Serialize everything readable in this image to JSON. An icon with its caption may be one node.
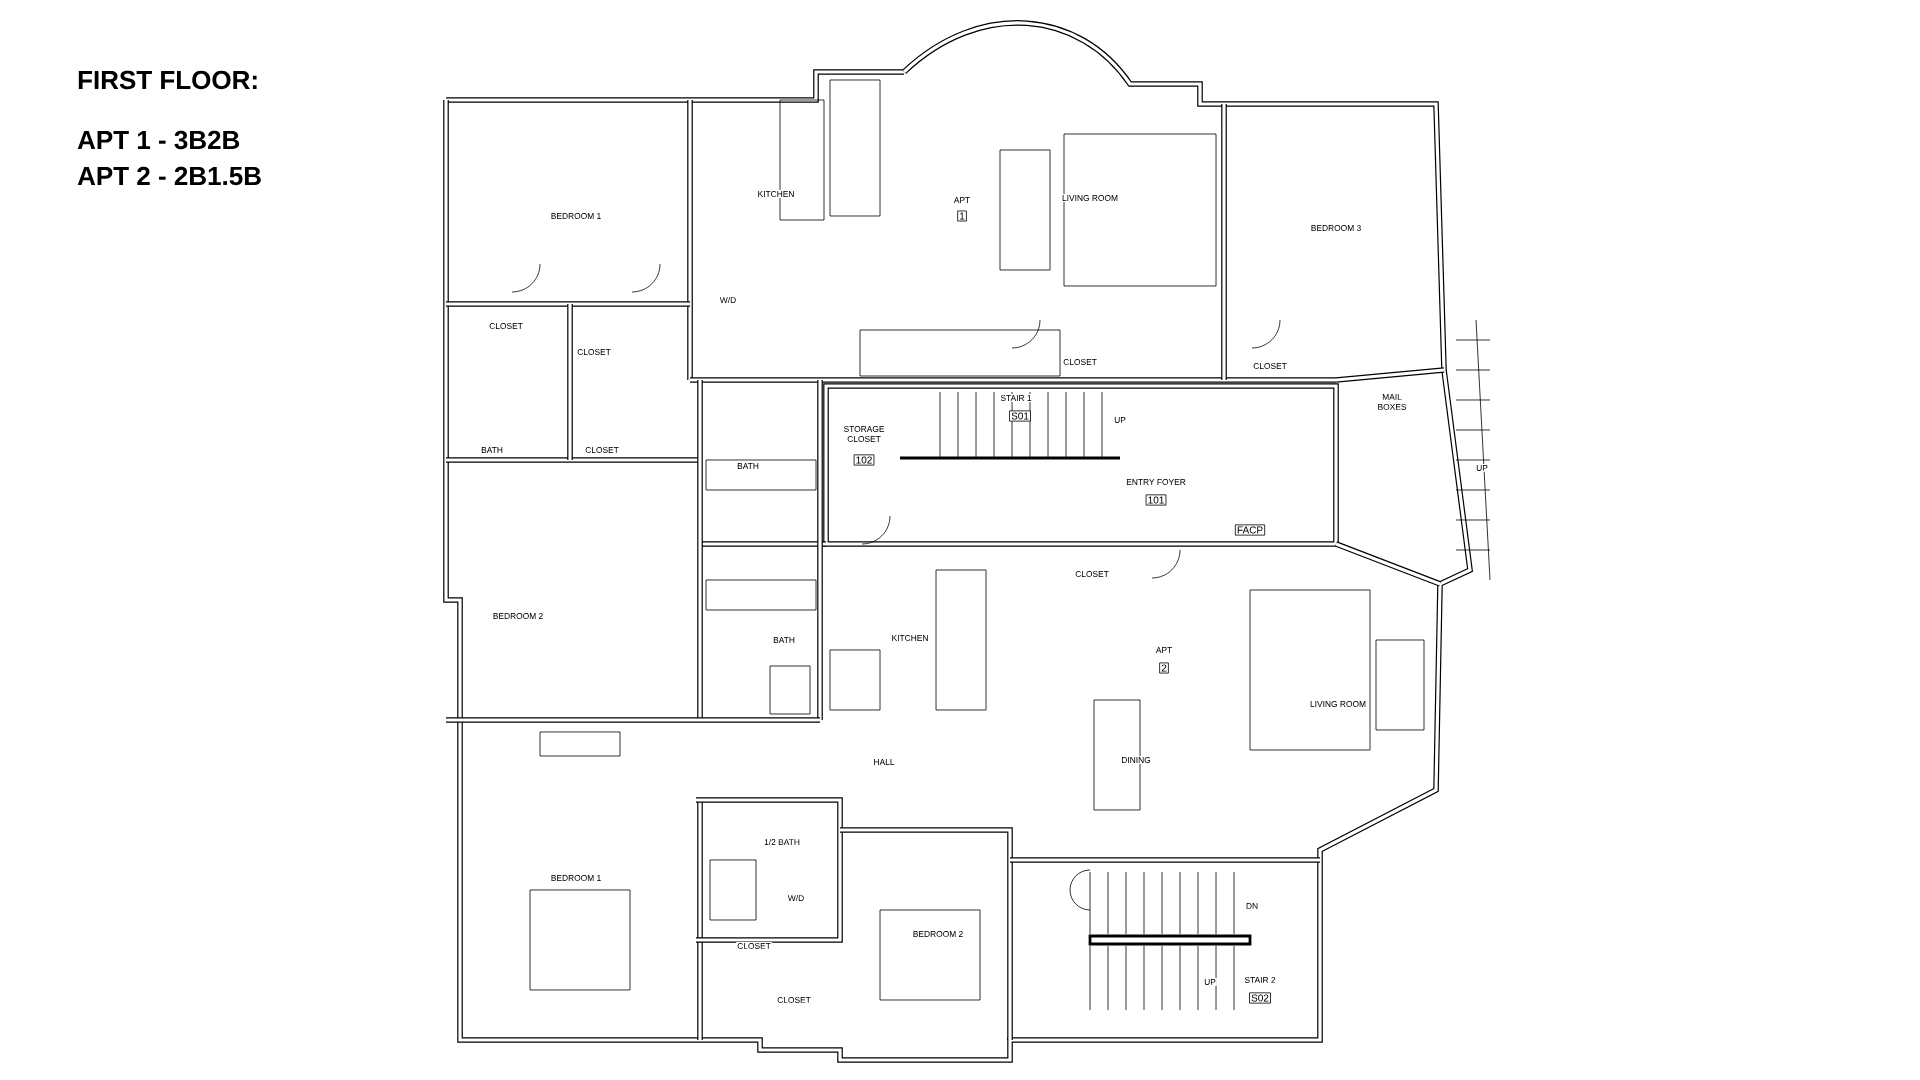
{
  "diagram": {
    "title": "FIRST FLOOR:",
    "labels": [
      "APT 1 - 3B2B",
      "APT 2 - 2B1.5B",
      "BEDROOM 1",
      "KITCHEN",
      "APT",
      "1",
      "LIVING ROOM",
      "BEDROOM 3",
      "W/D",
      "CLOSET",
      "CLOSET",
      "CLOSET",
      "CLOSET",
      "STAIR 1",
      "S01",
      "UP",
      "STORAGE CLOSET",
      "102",
      "MAIL BOXES",
      "UP",
      "ENTRY FOYER",
      "101",
      "BATH",
      "CLOSET",
      "BATH",
      "FACP",
      "CLOSET",
      "KITCHEN",
      "APT",
      "2",
      "LIVING ROOM",
      "BEDROOM 2",
      "BATH",
      "DINING",
      "HALL",
      "1/2 BATH",
      "W/D",
      "BEDROOM 1",
      "CLOSET",
      "BEDROOM 2",
      "DN",
      "CLOSET",
      "UP",
      "STAIR 2",
      "S02"
    ]
  }
}
